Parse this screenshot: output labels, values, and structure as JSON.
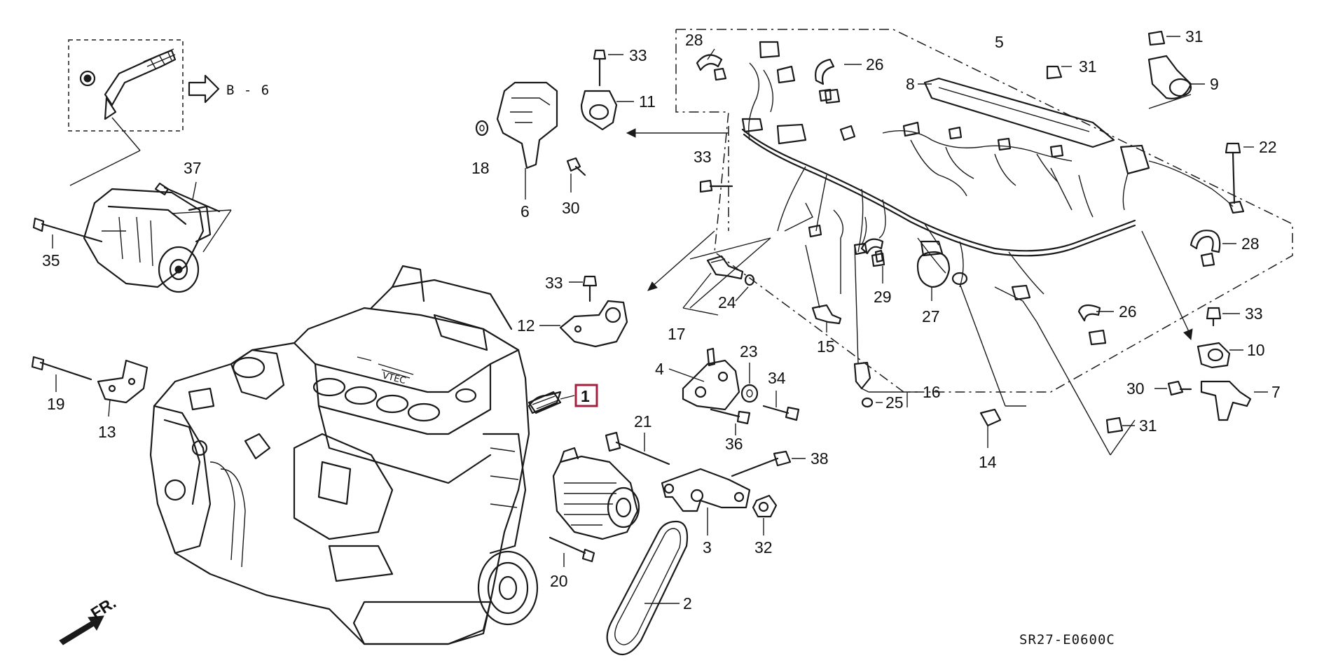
{
  "diagram": {
    "callouts": [
      {
        "id": "p1",
        "text": "1",
        "highlighted": true
      },
      {
        "id": "p2",
        "text": "2"
      },
      {
        "id": "p3",
        "text": "3"
      },
      {
        "id": "p4",
        "text": "4"
      },
      {
        "id": "p5",
        "text": "5"
      },
      {
        "id": "p6",
        "text": "6"
      },
      {
        "id": "p7",
        "text": "7"
      },
      {
        "id": "p8",
        "text": "8"
      },
      {
        "id": "p9",
        "text": "9"
      },
      {
        "id": "p10",
        "text": "10"
      },
      {
        "id": "p11",
        "text": "11"
      },
      {
        "id": "p12",
        "text": "12"
      },
      {
        "id": "p13",
        "text": "13"
      },
      {
        "id": "p14",
        "text": "14"
      },
      {
        "id": "p15",
        "text": "15"
      },
      {
        "id": "p16",
        "text": "16"
      },
      {
        "id": "p17",
        "text": "17"
      },
      {
        "id": "p18",
        "text": "18"
      },
      {
        "id": "p19",
        "text": "19"
      },
      {
        "id": "p20",
        "text": "20"
      },
      {
        "id": "p21",
        "text": "21"
      },
      {
        "id": "p22",
        "text": "22"
      },
      {
        "id": "p23",
        "text": "23"
      },
      {
        "id": "p24",
        "text": "24"
      },
      {
        "id": "p25",
        "text": "25"
      },
      {
        "id": "p26a",
        "text": "26"
      },
      {
        "id": "p26b",
        "text": "26"
      },
      {
        "id": "p27",
        "text": "27"
      },
      {
        "id": "p28a",
        "text": "28"
      },
      {
        "id": "p28b",
        "text": "28"
      },
      {
        "id": "p29",
        "text": "29"
      },
      {
        "id": "p30a",
        "text": "30"
      },
      {
        "id": "p30b",
        "text": "30"
      },
      {
        "id": "p31a",
        "text": "31"
      },
      {
        "id": "p31b",
        "text": "31"
      },
      {
        "id": "p31c",
        "text": "31"
      },
      {
        "id": "p32",
        "text": "32"
      },
      {
        "id": "p33a",
        "text": "33"
      },
      {
        "id": "p33b",
        "text": "33"
      },
      {
        "id": "p33c",
        "text": "33"
      },
      {
        "id": "p33d",
        "text": "33"
      },
      {
        "id": "p34",
        "text": "34"
      },
      {
        "id": "p35",
        "text": "35"
      },
      {
        "id": "p36",
        "text": "36"
      },
      {
        "id": "p37",
        "text": "37"
      },
      {
        "id": "p38",
        "text": "38"
      }
    ],
    "reference_arrow": "B - 6",
    "front_indicator": "FR.",
    "drawing_code": "SR27-E0600C",
    "highlight_color": "#a3213f"
  }
}
